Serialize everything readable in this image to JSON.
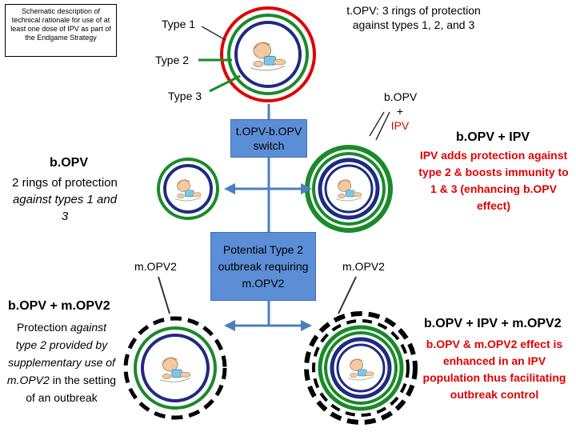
{
  "schematic_note": "Schematic description of technical rationale for use of at least one dose of IPV as part of the Endgame Strategy",
  "topv": {
    "heading": "t.OPV: 3 rings of protection against types 1, 2, and 3",
    "type1": "Type 1",
    "type2": "Type 2",
    "type3": "Type 3"
  },
  "switch_box": "t.OPV-b.OPV switch",
  "bopv_left": {
    "title": "b.OPV",
    "desc_a": "2 rings of protection ",
    "desc_b": "against types 1 and 3"
  },
  "bopv_ipv_label": {
    "line1": "b.OPV",
    "line2": "+",
    "line3": "IPV"
  },
  "bopv_ipv_right": {
    "title": "b.OPV + IPV",
    "desc": "IPV adds protection against type 2 & boosts immunity to 1 & 3 (enhancing b.OPV effect)"
  },
  "outbreak_box": "Potential Type 2 outbreak requiring m.OPV2",
  "mopv2_left": "m.OPV2",
  "mopv2_right": "m.OPV2",
  "bopv_mopv2": {
    "title": "b.OPV + m.OPV2",
    "p1": "Protection ",
    "p2": "against type 2 provided by supplementary use of m.OPV2",
    "p3": " in the setting of an outbreak"
  },
  "bopv_ipv_mopv2": {
    "title": "b.OPV + IPV + m.OPV2",
    "desc": "b.OPV & m.OPV2 effect is enhanced in an IPV population thus facilitating outbreak control"
  },
  "colors": {
    "ring_red": "#e00000",
    "ring_blue": "#1f2a80",
    "ring_green": "#1a8a2a",
    "ring_black": "#000000",
    "box_blue": "#5b8ed6",
    "arrow_blue": "#4a7fc1",
    "text_red": "#e00000"
  },
  "icons": [
    "baby-icon"
  ]
}
